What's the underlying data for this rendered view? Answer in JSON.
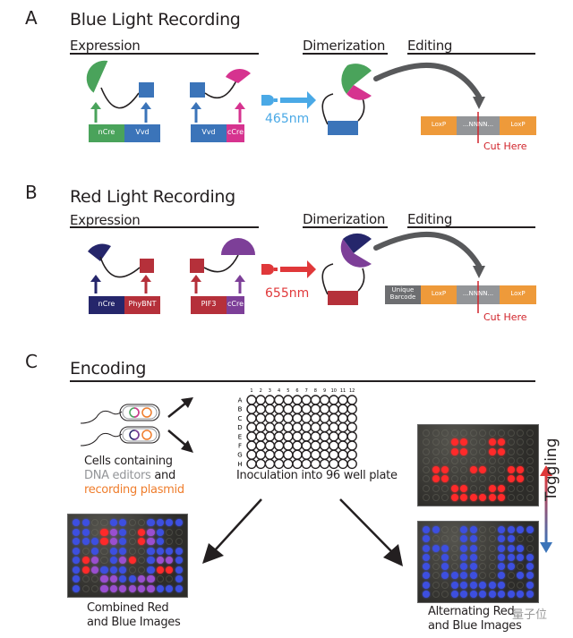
{
  "panels": {
    "A": {
      "letter": "A",
      "title": "Blue Light Recording",
      "expression_label": "Expression",
      "dimerization_label": "Dimerization",
      "editing_label": "Editing",
      "construct1": [
        "nCre",
        "Vvd"
      ],
      "construct2": [
        "Vvd",
        "cCre"
      ],
      "wavelength": "465nm",
      "sequence": [
        "LoxP",
        "...NNNN...",
        "LoxP"
      ],
      "cut_label": "Cut Here"
    },
    "B": {
      "letter": "B",
      "title": "Red Light Recording",
      "expression_label": "Expression",
      "dimerization_label": "Dimerization",
      "editing_label": "Editing",
      "construct1": [
        "nCre",
        "PhyBNT"
      ],
      "construct2": [
        "PIF3",
        "cCre"
      ],
      "wavelength": "655nm",
      "barcode_line1": "Unique",
      "barcode_line2": "Barcode",
      "sequence": [
        "LoxP",
        "...NNNN...",
        "LoxP"
      ],
      "cut_label": "Cut Here"
    },
    "C": {
      "letter": "C",
      "title": "Encoding",
      "cells_line1": "Cells containing",
      "cells_line2_gray": "DNA editors",
      "cells_line2_black": " and",
      "cells_line3": "recording plasmid",
      "plate_cols": [
        "1",
        "2",
        "3",
        "4",
        "5",
        "6",
        "7",
        "8",
        "9",
        "10",
        "11",
        "12"
      ],
      "plate_rows": [
        "A",
        "B",
        "C",
        "D",
        "E",
        "F",
        "G",
        "H"
      ],
      "plate_caption": "Inoculation into 96 well plate",
      "combined_caption_1": "Combined Red",
      "combined_caption_2": "and Blue Images",
      "alternating_caption_1": "Alternating Red",
      "alternating_caption_2": "and Blue Images",
      "toggle_label": "Toggling",
      "watermark": "量子位"
    }
  },
  "colors": {
    "text": "#231f20",
    "green": "#4aa35b",
    "blue": "#3b74b9",
    "magenta": "#d6338f",
    "navy": "#25266b",
    "red": "#b5303a",
    "purple": "#7d3f98",
    "light_blue": "#4aa9e6",
    "light_red": "#e0383a",
    "orange": "#ee9a3a",
    "gray": "#939598",
    "dark_gray": "#6d6e71",
    "cut_red": "#d1232a",
    "recording_orange": "#ef7d2c",
    "led_red": "#ff2a2a",
    "led_blue": "#3d4fe0",
    "led_purple": "#9a4fd0"
  },
  "wells": {
    "red_image": [
      "............",
      "...RR..RR...",
      "...RR..RR...",
      "............",
      ".RR..RR..RR.",
      ".RR......RR.",
      "...RR..RR...",
      "...RRRRRR..."
    ],
    "blue_image": [
      "BB..BB..BBBB",
      "B...BB..BB..",
      "BBB.BB..BBB.",
      "B.B.BB..BBBB",
      "B.B.BB..BB.B",
      "B.BBBB..B.BB",
      "B..BBBBBB..B",
      "B..BBBBBBBBB"
    ],
    "combined_image": [
      "BB..BB..BBBB",
      "BB.RPB.RPB..",
      "BBBRPB.RPB..",
      "B.B.BB..BBBB",
      "BRP.BPR.BPPB",
      "BRPBBB..BRRB",
      "B..PPBBPP..B",
      "B..PPPPPPBBB"
    ]
  }
}
